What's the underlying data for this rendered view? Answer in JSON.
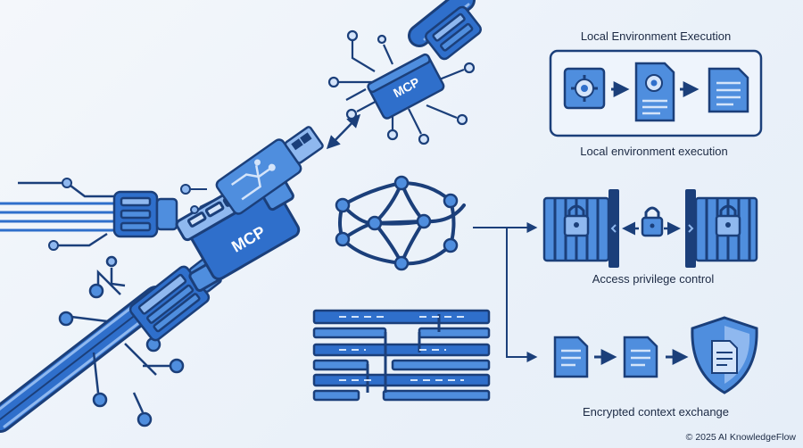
{
  "chip_top": {
    "label": "MCP"
  },
  "chip_main": {
    "label": "MCP"
  },
  "panels": {
    "local": {
      "title": "Local Environment Execution",
      "caption": "Local environment execution"
    },
    "access": {
      "caption": "Access privilege control"
    },
    "encrypted": {
      "caption": "Encrypted context exchange"
    }
  },
  "copyright": "© 2025 AI KnowledgeFlow",
  "colors": {
    "dark": "#1b3f7a",
    "primary": "#2f6fcb",
    "mid": "#4f8ede",
    "light": "#8fb8ef",
    "pale": "#d4e4fa",
    "text": "#1c2a44"
  },
  "icons": [
    "gear-document-icon",
    "document-icon",
    "padlock-icon",
    "shield-icon",
    "arrow-right-icon",
    "double-arrow-icon"
  ]
}
